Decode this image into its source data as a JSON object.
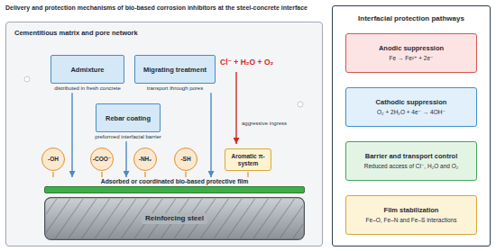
{
  "diagram": {
    "title": "Delivery and protection mechanisms of bio-based corrosion inhibitors at the steel-concrete interface",
    "nodes": [
      {
        "text": [
          "Cementitious matrix and pore network"
        ]
      },
      {
        "text": [
          "Admixture",
          "distributed in fresh concrete"
        ],
        "in": 0
      },
      {
        "text": [
          "Migrating treatment",
          "transport through pores"
        ],
        "in": 0
      },
      {
        "text": [
          "Rebar coating",
          "preformed interfacial barrier"
        ],
        "in": 0
      },
      {
        "text": [
          "-OH"
        ],
        "in": 0
      },
      {
        "text": [
          "-COO⁻"
        ],
        "in": 0
      },
      {
        "text": [
          "-NH₂"
        ],
        "in": 0
      },
      {
        "text": [
          "-SH"
        ],
        "in": 0
      },
      {
        "text": [
          "Aromatic π-system"
        ],
        "in": 0
      },
      {
        "text": [
          "Adsorbed or coordinated bio-based protective film"
        ],
        "in": 0
      },
      {
        "text": [
          "Reinforcing steel"
        ],
        "in": 0
      },
      {
        "text": [
          "Interfacial protection pathways"
        ]
      },
      {
        "text": [
          "Anodic suppression",
          "Fe → Fe²⁺ + 2e⁻"
        ],
        "in": 11
      },
      {
        "text": [
          "Cathodic suppression",
          "O₂ + 2H₂O + 4e⁻ → 4OH⁻"
        ],
        "in": 11
      },
      {
        "text": [
          "Barrier and transport control",
          "Reduced access of Cl⁻, H₂O and O₂"
        ],
        "in": 11
      },
      {
        "text": [
          "Film stabilization",
          "Fe–O, Fe–N and Fe–S interactions"
        ],
        "in": 11
      }
    ],
    "edges": [
      {
        "from": 1,
        "to": 9,
        "arrow": "to"
      },
      {
        "from": 2,
        "to": 9,
        "arrow": "to"
      },
      {
        "from": 3,
        "to": 9,
        "arrow": "to"
      },
      {
        "from": 4,
        "to": 9,
        "arrow": "none"
      },
      {
        "from": 5,
        "to": 9,
        "arrow": "none"
      },
      {
        "from": 6,
        "to": 9,
        "arrow": "none"
      },
      {
        "from": 7,
        "to": 9,
        "arrow": "none"
      },
      {
        "from": 8,
        "to": 9,
        "arrow": "none"
      }
    ],
    "labels": [
      "Cl⁻ + H₂O + O₂",
      "aggressive ingress"
    ]
  }
}
